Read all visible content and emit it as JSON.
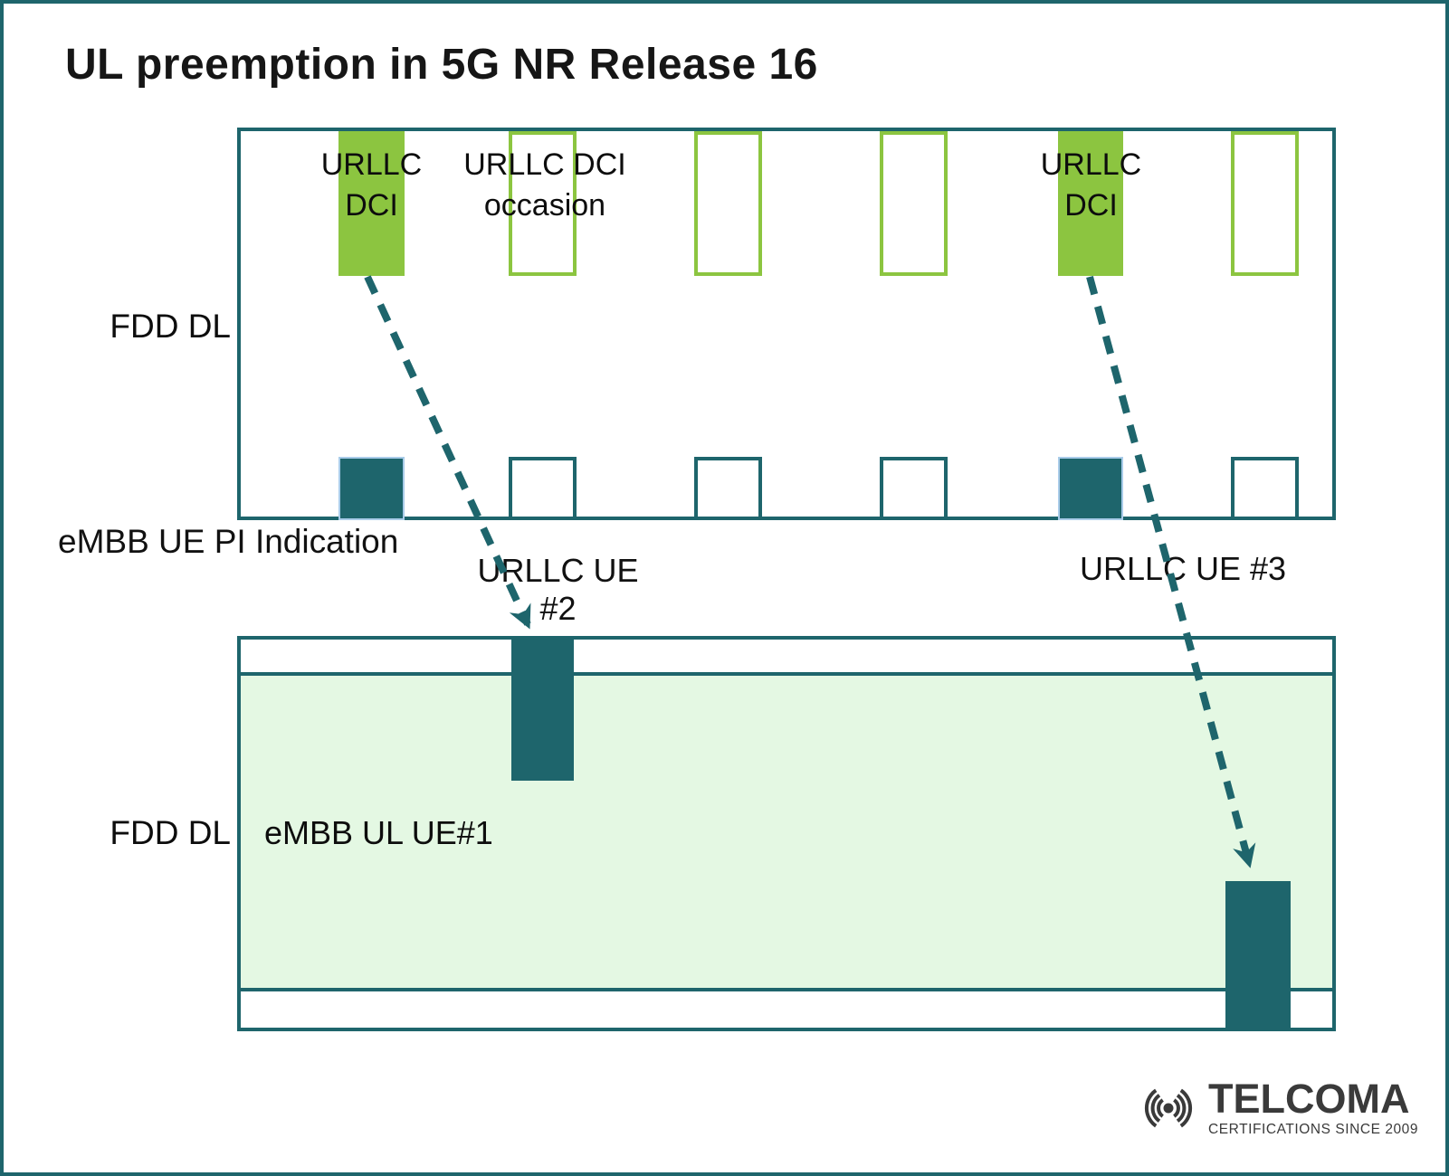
{
  "title": "UL preemption in 5G NR Release 16",
  "top_band": {
    "row_label": "FDD DL",
    "dci1_line1": "URLLC",
    "dci1_line2": "DCI",
    "occasion_line1": "URLLC DCI",
    "occasion_line2": "occasion",
    "dci2_line1": "URLLC",
    "dci2_line2": "DCI"
  },
  "middle_labels": {
    "pi_indication": "eMBB UE PI Indication",
    "urllc_ue2": "URLLC UE #2",
    "urllc_ue3": "URLLC UE #3"
  },
  "bottom_band": {
    "row_label": "FDD DL",
    "embb_label": "eMBB UL UE#1"
  },
  "logo": {
    "brand": "TELCOMA",
    "tagline": "CERTIFICATIONS SINCE 2009",
    "icon": "radio-waves-icon"
  },
  "colors": {
    "teal": "#1E656C",
    "green": "#8CC540",
    "light_green": "#E4F8E3",
    "square_border_blue": "#A9CCE9",
    "text": "#111111",
    "logo_gray": "#3A3A3A"
  }
}
